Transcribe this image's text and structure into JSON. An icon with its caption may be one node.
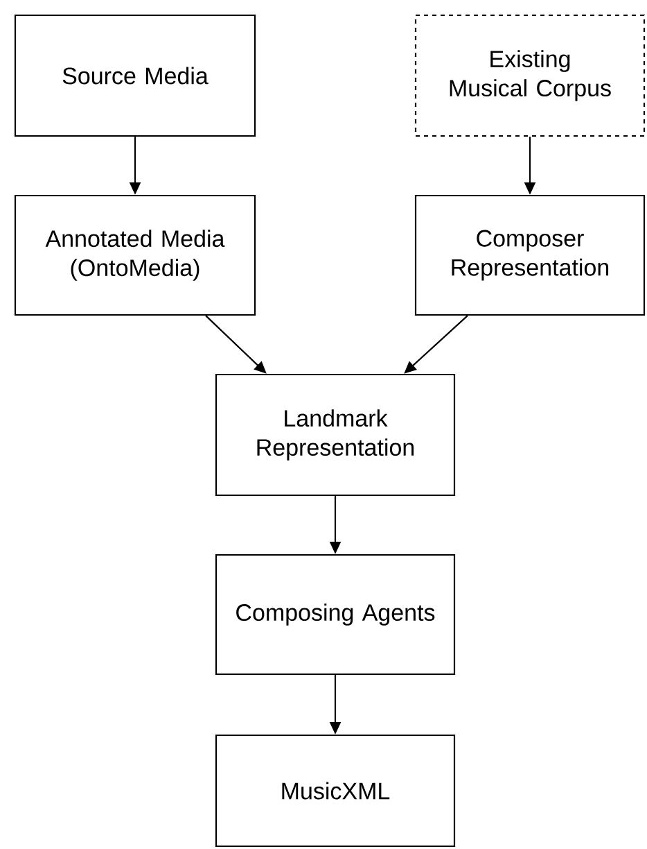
{
  "diagram": {
    "nodes": [
      {
        "text": [
          "Source Media"
        ]
      },
      {
        "text": [
          "Annotated Media (OntoMedia)"
        ]
      },
      {
        "text": [
          "Existing Musical Corpus"
        ]
      },
      {
        "text": [
          "Composer Representation"
        ]
      },
      {
        "text": [
          "Landmark Representation"
        ]
      },
      {
        "text": [
          "Composing Agents"
        ]
      },
      {
        "text": [
          "MusicXML"
        ]
      }
    ],
    "edges": [
      {
        "from": 0,
        "to": 1,
        "arrow": "to"
      },
      {
        "from": 2,
        "to": 3,
        "arrow": "to"
      },
      {
        "from": 1,
        "to": 4,
        "arrow": "to"
      },
      {
        "from": 3,
        "to": 4,
        "arrow": "to"
      },
      {
        "from": 4,
        "to": 5,
        "arrow": "to"
      },
      {
        "from": 5,
        "to": 6,
        "arrow": "to"
      }
    ]
  }
}
